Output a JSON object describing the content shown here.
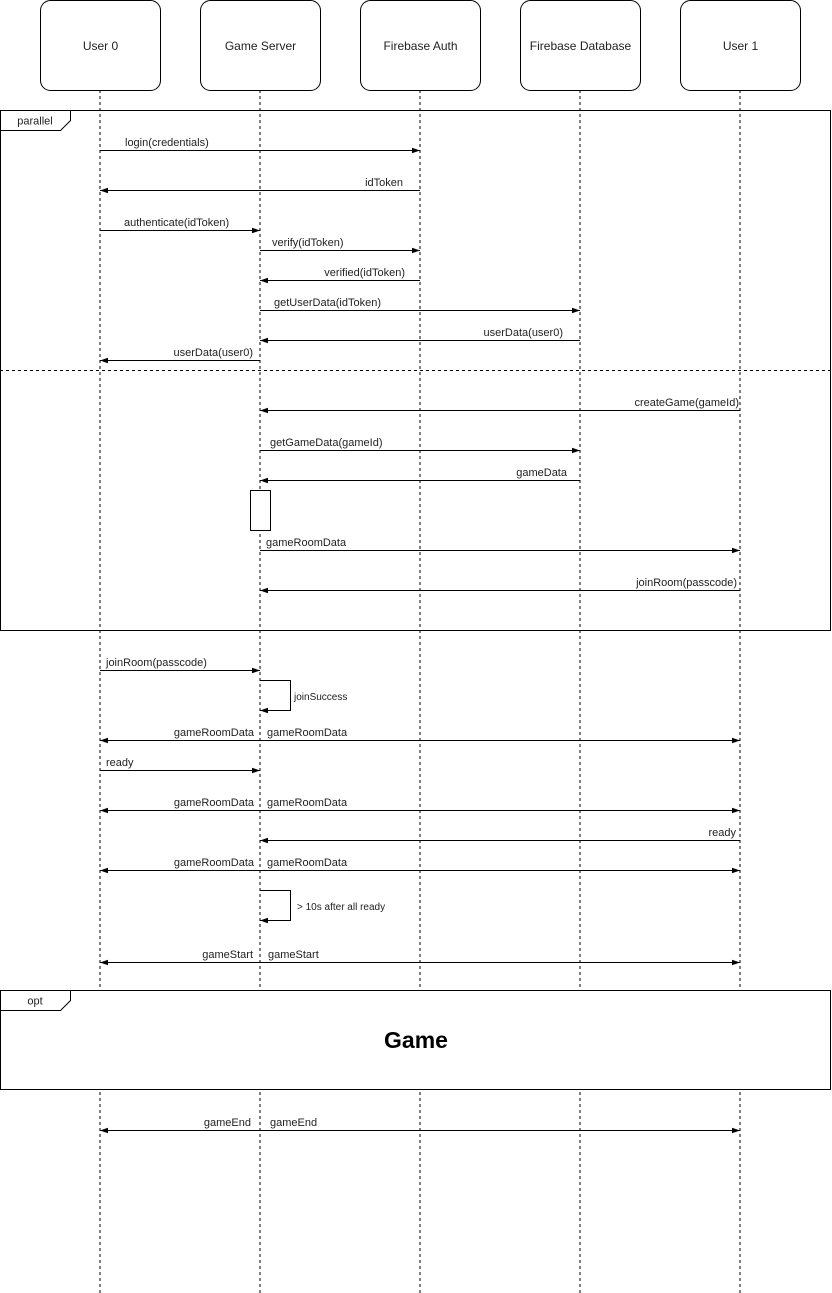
{
  "participants": [
    {
      "id": "user0",
      "label": "User 0"
    },
    {
      "id": "server",
      "label": "Game Server"
    },
    {
      "id": "auth",
      "label": "Firebase Auth"
    },
    {
      "id": "db",
      "label": "Firebase Database"
    },
    {
      "id": "user1",
      "label": "User 1"
    }
  ],
  "frames": [
    {
      "id": "parallel-frame",
      "tag": "parallel",
      "title": ""
    },
    {
      "id": "opt-frame",
      "tag": "opt",
      "title": "Game"
    }
  ],
  "messages": [
    {
      "id": "m1",
      "from": "user0",
      "to": "auth",
      "label": "login(credentials)"
    },
    {
      "id": "m2",
      "from": "auth",
      "to": "user0",
      "label": "idToken"
    },
    {
      "id": "m3",
      "from": "user0",
      "to": "server",
      "label": "authenticate(idToken)"
    },
    {
      "id": "m4",
      "from": "server",
      "to": "auth",
      "label": "verify(idToken)"
    },
    {
      "id": "m5",
      "from": "auth",
      "to": "server",
      "label": "verified(idToken)"
    },
    {
      "id": "m6",
      "from": "server",
      "to": "db",
      "label": "getUserData(idToken)"
    },
    {
      "id": "m7",
      "from": "db",
      "to": "server",
      "label": "userData(user0)"
    },
    {
      "id": "m8",
      "from": "server",
      "to": "user0",
      "label": "userData(user0)"
    },
    {
      "id": "m9",
      "from": "user1",
      "to": "server",
      "label": "createGame(gameId)"
    },
    {
      "id": "m10",
      "from": "server",
      "to": "db",
      "label": "getGameData(gameId)"
    },
    {
      "id": "m11",
      "from": "db",
      "to": "server",
      "label": "gameData"
    },
    {
      "id": "m12",
      "from": "server",
      "to": "user1",
      "label": "gameRoomData"
    },
    {
      "id": "m13",
      "from": "user1",
      "to": "server",
      "label": "joinRoom(passcode)"
    },
    {
      "id": "m14",
      "from": "user0",
      "to": "server",
      "label": "joinRoom(passcode)"
    },
    {
      "id": "m15",
      "from": "server",
      "to": "server",
      "label": "joinSuccess",
      "self": true
    },
    {
      "id": "m16",
      "from": "server",
      "to": "both",
      "label_left": "gameRoomData",
      "label_right": "gameRoomData"
    },
    {
      "id": "m17",
      "from": "user0",
      "to": "server",
      "label": "ready"
    },
    {
      "id": "m18",
      "from": "server",
      "to": "both",
      "label_left": "gameRoomData",
      "label_right": "gameRoomData"
    },
    {
      "id": "m19",
      "from": "user1",
      "to": "server",
      "label": "ready"
    },
    {
      "id": "m20",
      "from": "server",
      "to": "both",
      "label_left": "gameRoomData",
      "label_right": "gameRoomData"
    },
    {
      "id": "m21",
      "from": "server",
      "to": "server",
      "label": "> 10s after all ready",
      "self": true
    },
    {
      "id": "m22",
      "from": "server",
      "to": "both",
      "label_left": "gameStart",
      "label_right": "gameStart"
    },
    {
      "id": "m23",
      "from": "server",
      "to": "both",
      "label_left": "gameEnd",
      "label_right": "gameEnd"
    }
  ]
}
